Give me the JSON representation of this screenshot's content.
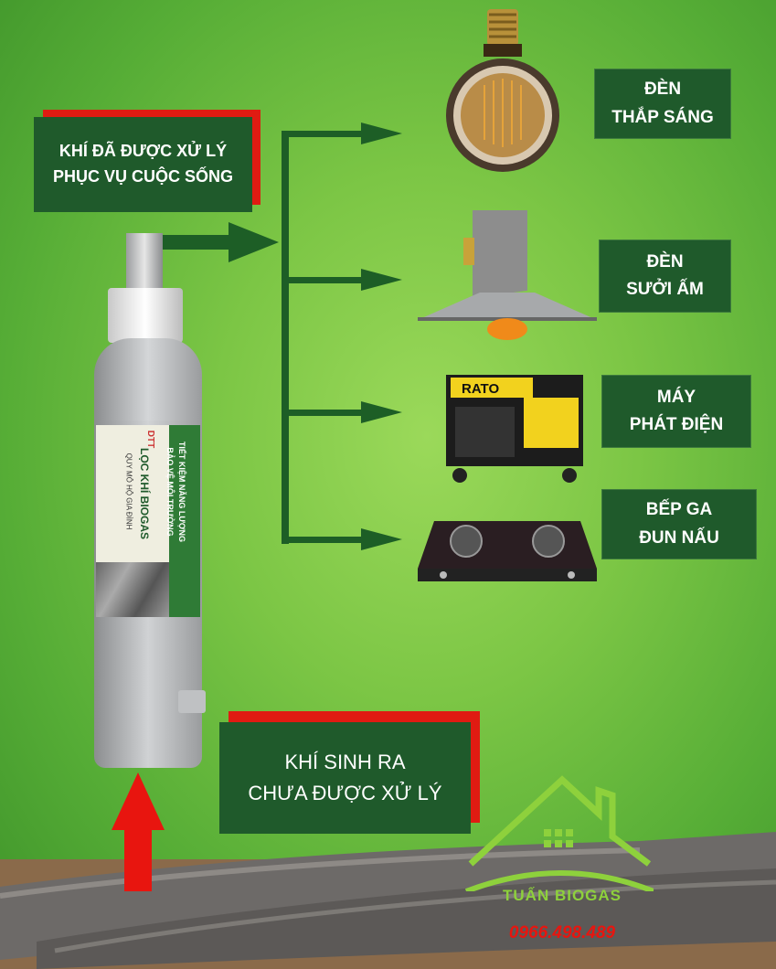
{
  "top_box": {
    "line1": "KHÍ ĐÃ ĐƯỢC XỬ LÝ",
    "line2": "PHỤC VỤ CUỘC SỐNG"
  },
  "bottom_box": {
    "line1": "KHÍ SINH RA",
    "line2": "CHƯA ĐƯỢC XỬ LÝ"
  },
  "uses": [
    {
      "line1": "ĐÈN",
      "line2": "THẮP SÁNG",
      "icon": "light-bulb"
    },
    {
      "line1": "ĐÈN",
      "line2": "SƯỞI ẤM",
      "icon": "heater-lamp"
    },
    {
      "line1": "MÁY",
      "line2": "PHÁT ĐIỆN",
      "icon": "generator"
    },
    {
      "line1": "BẾP GA",
      "line2": "ĐUN NẤU",
      "icon": "gas-stove"
    }
  ],
  "filter": {
    "title": "LỌC KHÍ BIOGAS",
    "subtitle": "QUY MÔ HỘ GIA ĐÌNH",
    "slogan1": "TIẾT KIỆM NĂNG LƯỢNG",
    "slogan2": "BẢO VỆ MÔI TRƯỜNG",
    "brand": "DTT"
  },
  "generator_brand": "RATO",
  "logo": {
    "name": "TUẤN BIOGAS",
    "phone": "0966.498.489"
  },
  "colors": {
    "box": "#1f5a2b",
    "accent_red": "#e01b12",
    "arrow": "#1d5e26",
    "logo_green": "#8ed13c"
  }
}
